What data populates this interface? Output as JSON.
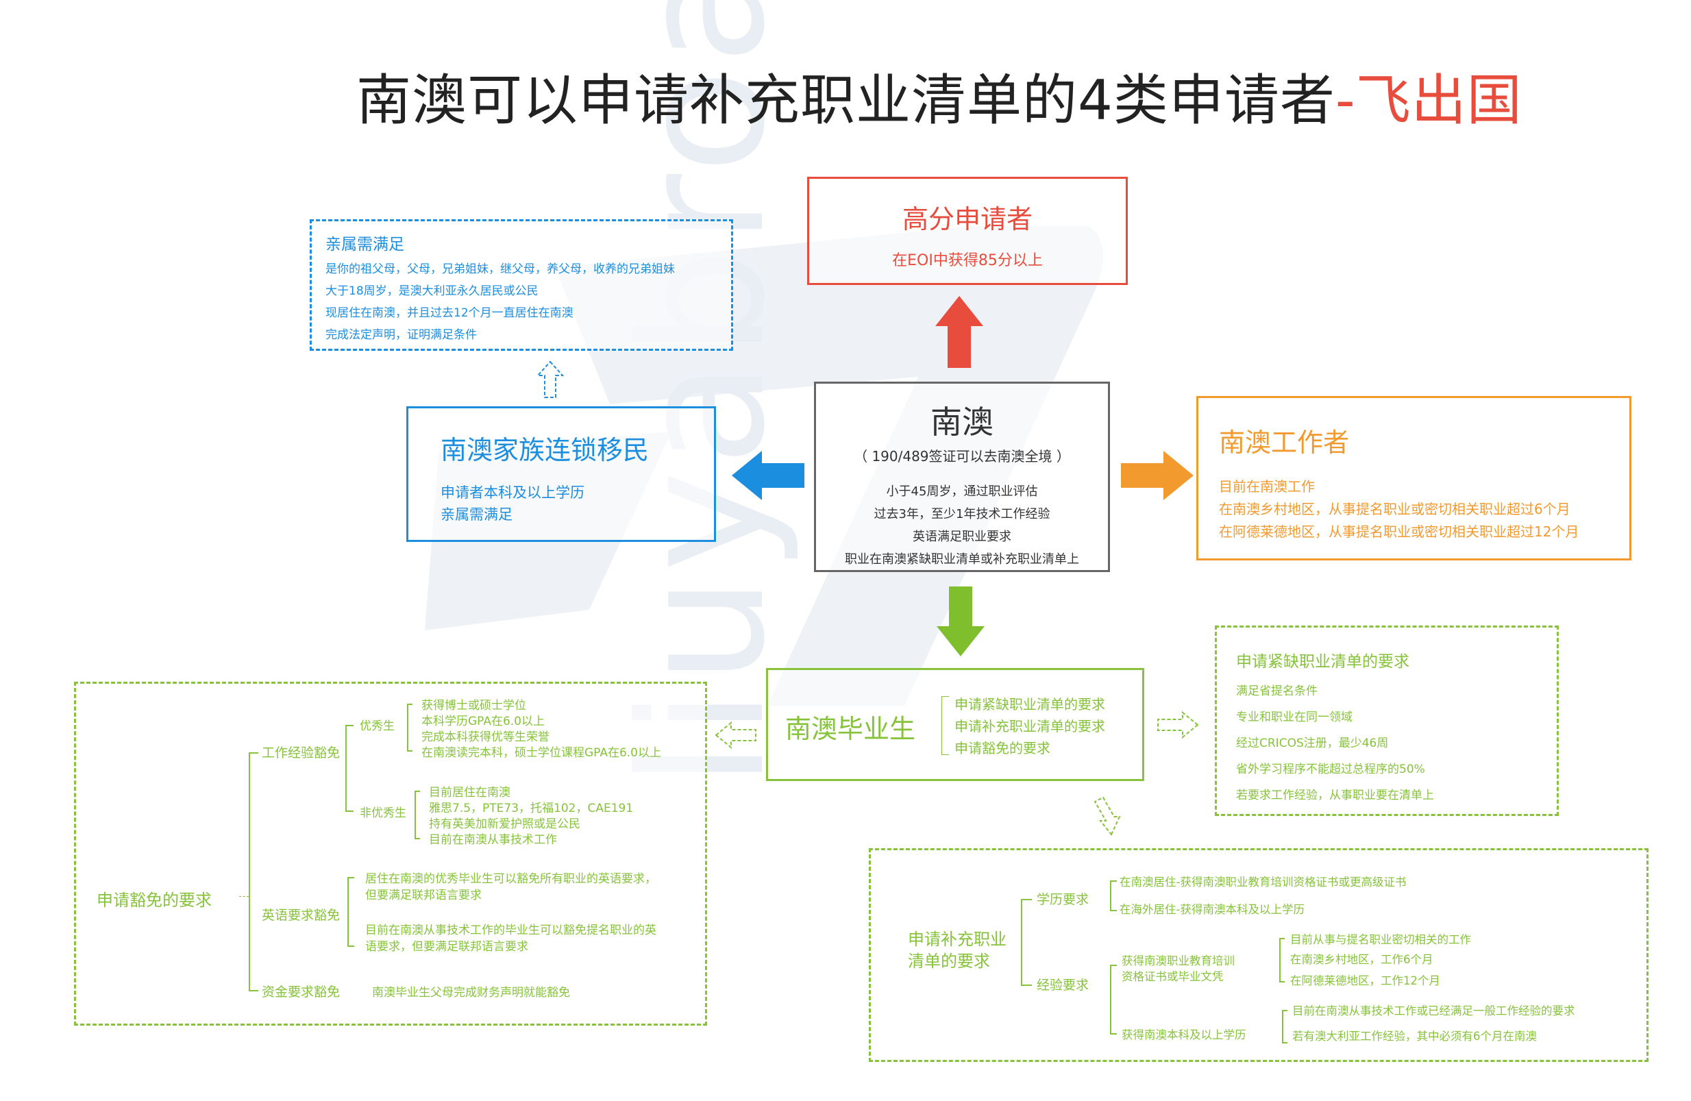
{
  "title": {
    "main": "南澳可以申请补充职业清单的4类申请者",
    "suffix": "-飞出国"
  },
  "watermark": "liuyabroad",
  "colors": {
    "red": "#e74c3c",
    "blue": "#1c8ee0",
    "orange": "#f29a2e",
    "green": "#86c33a",
    "gray": "#666666"
  },
  "center": {
    "title": "南澳",
    "subtitle": "（ 190/489签证可以去南澳全境 ）",
    "items": [
      "小于45周岁，通过职业评估",
      "过去3年，至少1年技术工作经验",
      "英语满足职业要求",
      "职业在南澳紧缺职业清单或补充职业清单上"
    ]
  },
  "high_score": {
    "title": "高分申请者",
    "subtitle": "在EOI中获得85分以上"
  },
  "family": {
    "title": "南澳家族连锁移民",
    "items": [
      "申请者本科及以上学历",
      "亲属需满足"
    ]
  },
  "relative_req": {
    "title": "亲属需满足",
    "items": [
      "是你的祖父母，父母，兄弟姐妹，继父母，养父母，收养的兄弟姐妹",
      "大于18周岁，是澳大利亚永久居民或公民",
      "现居住在南澳，并且过去12个月一直居住在南澳",
      "完成法定声明，证明满足条件"
    ]
  },
  "worker": {
    "title": "南澳工作者",
    "items": [
      "目前在南澳工作",
      "在南澳乡村地区，从事提名职业或密切相关职业超过6个月",
      "在阿德莱德地区，从事提名职业或密切相关职业超过12个月"
    ]
  },
  "graduate": {
    "title": "南澳毕业生",
    "items": [
      "申请紧缺职业清单的要求",
      "申请补充职业清单的要求",
      "申请豁免的要求"
    ]
  },
  "shortage_req": {
    "title": "申请紧缺职业清单的要求",
    "items": [
      "满足省提名条件",
      "专业和职业在同一领域",
      "经过CRICOS注册，最少46周",
      "省外学习程序不能超过总程序的50%",
      "若要求工作经验，从事职业要在清单上"
    ]
  },
  "exemption": {
    "title": "申请豁免的要求",
    "work_exp": {
      "label": "工作经验豁免",
      "excellent": {
        "label": "优秀生",
        "items": [
          "获得博士或硕士学位",
          "本科学历GPA在6.0以上",
          "完成本科获得优等生荣誉",
          "在南澳读完本科，硕士学位课程GPA在6.0以上"
        ]
      },
      "non_excellent": {
        "label": "非优秀生",
        "items": [
          "目前居住在南澳",
          "雅思7.5，PTE73，托福102，CAE191",
          "持有英美加新爱护照或是公民",
          "目前在南澳从事技术工作"
        ]
      }
    },
    "english": {
      "label": "英语要求豁免",
      "items": [
        {
          "line1": "居住在南澳的优秀毕业生可以豁免所有职业的英语要求，",
          "line2": "但要满足联邦语言要求"
        },
        {
          "line1": "目前在南澳从事技术工作的毕业生可以豁免提名职业的英",
          "line2": "语要求，但要满足联邦语言要求"
        }
      ]
    },
    "funds": {
      "label": "资金要求豁免",
      "text": "南澳毕业生父母完成财务声明就能豁免"
    }
  },
  "supplementary": {
    "title_line1": "申请补充职业",
    "title_line2": "清单的要求",
    "education": {
      "label": "学历要求",
      "items": [
        "在南澳居住-获得南澳职业教育培训资格证书或更高级证书",
        "在海外居住-获得南澳本科及以上学历"
      ]
    },
    "experience": {
      "label": "经验要求",
      "vet": {
        "line1": "获得南澳职业教育培训",
        "line2": "资格证书或毕业文凭",
        "items": [
          "目前从事与提名职业密切相关的工作",
          "在南澳乡村地区，工作6个月",
          "在阿德莱德地区，工作12个月"
        ]
      },
      "bachelor": {
        "label": "获得南澳本科及以上学历",
        "items": [
          "目前在南澳从事技术工作或已经满足一般工作经验的要求",
          "若有澳大利亚工作经验，其中必须有6个月在南澳"
        ]
      }
    }
  }
}
